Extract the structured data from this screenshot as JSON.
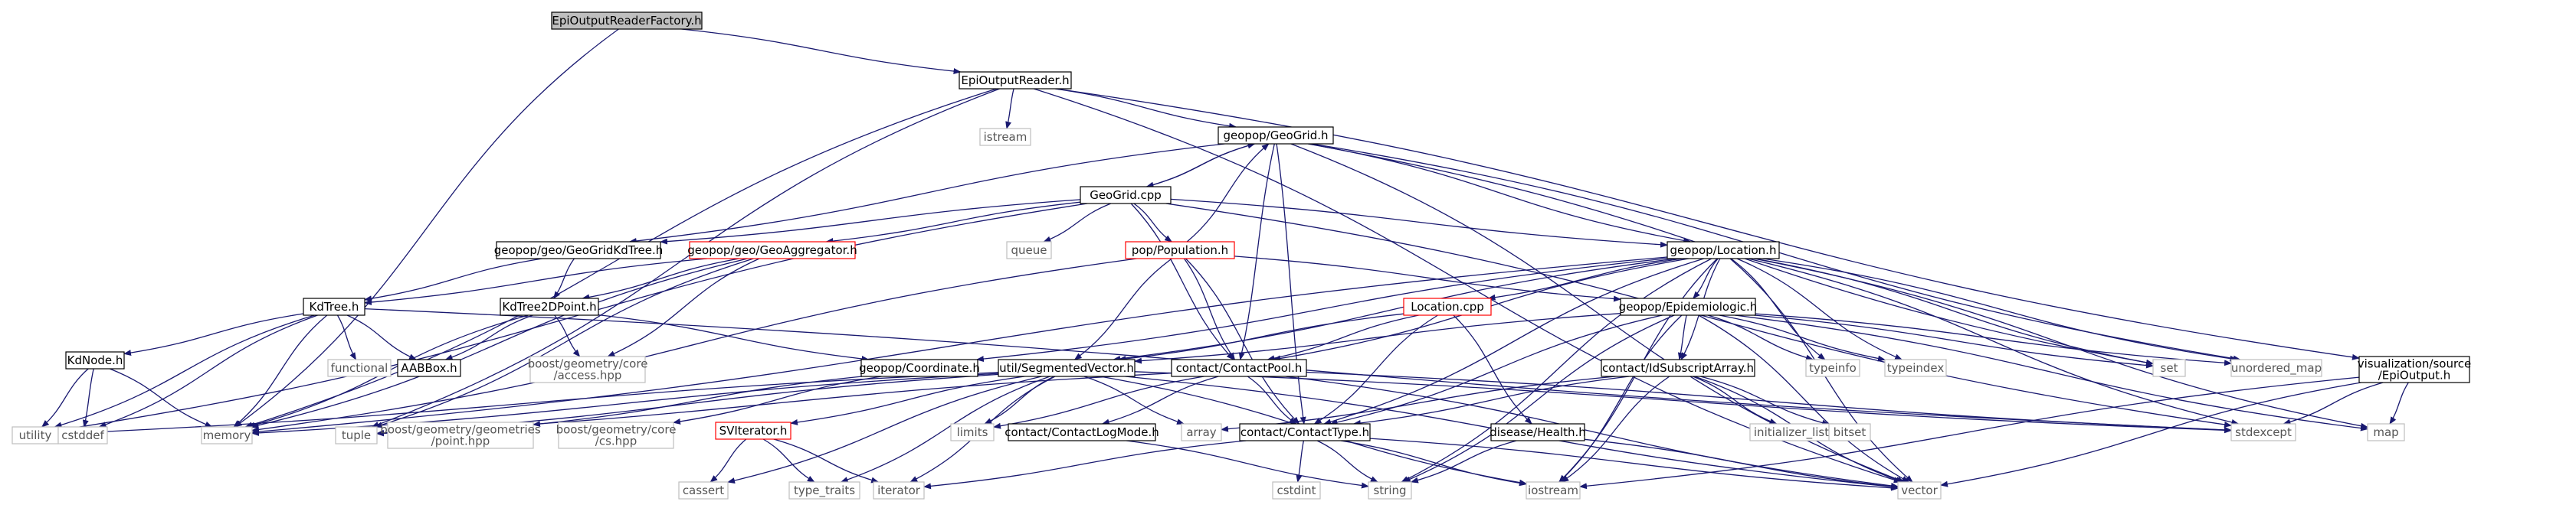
{
  "colors": {
    "background": "#ffffff",
    "edge": "#191970",
    "text": "#000000",
    "root_fill": "#bfbfbf",
    "node_border": "#000000",
    "external_border": "#bfbfbf",
    "external_text": "#555555",
    "incomplete_border": "#ff0000"
  },
  "nodes": [
    {
      "id": "EpiOutputReaderFactory",
      "label": "EpiOutputReaderFactory.h",
      "style": "root",
      "interactable": true
    },
    {
      "id": "EpiOutputReader",
      "label": "EpiOutputReader.h",
      "style": "normal",
      "interactable": true
    },
    {
      "id": "istream",
      "label": "istream",
      "style": "external",
      "interactable": false
    },
    {
      "id": "GeoGrid",
      "label": "geopop/GeoGrid.h",
      "style": "normal",
      "interactable": true
    },
    {
      "id": "GeoGridCpp",
      "label": "GeoGrid.cpp",
      "style": "normal",
      "interactable": true
    },
    {
      "id": "queue",
      "label": "queue",
      "style": "external",
      "interactable": false
    },
    {
      "id": "GeoGridKdTree",
      "label": "geopop/geo/GeoGridKdTree.h",
      "style": "normal",
      "interactable": true
    },
    {
      "id": "GeoAggregator",
      "label": "geopop/geo/GeoAggregator.h",
      "style": "incomplete",
      "interactable": true
    },
    {
      "id": "Population",
      "label": "pop/Population.h",
      "style": "incomplete",
      "interactable": true
    },
    {
      "id": "Location",
      "label": "geopop/Location.h",
      "style": "normal",
      "interactable": true
    },
    {
      "id": "KdTree",
      "label": "KdTree.h",
      "style": "normal",
      "interactable": true
    },
    {
      "id": "KdTree2DPoint",
      "label": "KdTree2DPoint.h",
      "style": "normal",
      "interactable": true
    },
    {
      "id": "LocationCpp",
      "label": "Location.cpp",
      "style": "incomplete",
      "interactable": true
    },
    {
      "id": "Epidemiologic",
      "label": "geopop/Epidemiologic.h",
      "style": "normal",
      "interactable": true
    },
    {
      "id": "KdNode",
      "label": "KdNode.h",
      "style": "normal",
      "interactable": true
    },
    {
      "id": "functional",
      "label": "functional",
      "style": "external",
      "interactable": false
    },
    {
      "id": "AABBox",
      "label": "AABBox.h",
      "style": "normal",
      "interactable": true
    },
    {
      "id": "access",
      "label": "boost/geometry/core\n/access.hpp",
      "style": "external",
      "interactable": false
    },
    {
      "id": "Coordinate",
      "label": "geopop/Coordinate.h",
      "style": "normal",
      "interactable": true
    },
    {
      "id": "SegmentedVector",
      "label": "util/SegmentedVector.h",
      "style": "normal",
      "interactable": true
    },
    {
      "id": "ContactPool",
      "label": "contact/ContactPool.h",
      "style": "normal",
      "interactable": true
    },
    {
      "id": "IdSubscriptArray",
      "label": "contact/IdSubscriptArray.h",
      "style": "normal",
      "interactable": true
    },
    {
      "id": "typeinfo",
      "label": "typeinfo",
      "style": "external",
      "interactable": false
    },
    {
      "id": "typeindex",
      "label": "typeindex",
      "style": "external",
      "interactable": false
    },
    {
      "id": "set",
      "label": "set",
      "style": "external",
      "interactable": false
    },
    {
      "id": "unordered_map",
      "label": "unordered_map",
      "style": "external",
      "interactable": false
    },
    {
      "id": "EpiOutputVis",
      "label": "visualization/source\n/EpiOutput.h",
      "style": "normal",
      "interactable": true
    },
    {
      "id": "utility",
      "label": "utility",
      "style": "external",
      "interactable": false
    },
    {
      "id": "cstddef",
      "label": "cstddef",
      "style": "external",
      "interactable": false
    },
    {
      "id": "memory",
      "label": "memory",
      "style": "external",
      "interactable": false
    },
    {
      "id": "tuple",
      "label": "tuple",
      "style": "external",
      "interactable": false
    },
    {
      "id": "point",
      "label": "boost/geometry/geometries\n/point.hpp",
      "style": "external",
      "interactable": false
    },
    {
      "id": "cs",
      "label": "boost/geometry/core\n/cs.hpp",
      "style": "external",
      "interactable": false
    },
    {
      "id": "SVIterator",
      "label": "SVIterator.h",
      "style": "incomplete",
      "interactable": true
    },
    {
      "id": "limits",
      "label": "limits",
      "style": "external",
      "interactable": false
    },
    {
      "id": "ContactLogMode",
      "label": "contact/ContactLogMode.h",
      "style": "normal",
      "interactable": true
    },
    {
      "id": "array",
      "label": "array",
      "style": "external",
      "interactable": false
    },
    {
      "id": "ContactType",
      "label": "contact/ContactType.h",
      "style": "normal",
      "interactable": true
    },
    {
      "id": "Health",
      "label": "disease/Health.h",
      "style": "normal",
      "interactable": true
    },
    {
      "id": "initializer_list",
      "label": "initializer_list",
      "style": "external",
      "interactable": false
    },
    {
      "id": "bitset",
      "label": "bitset",
      "style": "external",
      "interactable": false
    },
    {
      "id": "stdexcept",
      "label": "stdexcept",
      "style": "external",
      "interactable": false
    },
    {
      "id": "map",
      "label": "map",
      "style": "external",
      "interactable": false
    },
    {
      "id": "cassert",
      "label": "cassert",
      "style": "external",
      "interactable": false
    },
    {
      "id": "type_traits",
      "label": "type_traits",
      "style": "external",
      "interactable": false
    },
    {
      "id": "iterator",
      "label": "iterator",
      "style": "external",
      "interactable": false
    },
    {
      "id": "cstdint",
      "label": "cstdint",
      "style": "external",
      "interactable": false
    },
    {
      "id": "string",
      "label": "string",
      "style": "external",
      "interactable": false
    },
    {
      "id": "iostream",
      "label": "iostream",
      "style": "external",
      "interactable": false
    },
    {
      "id": "vector",
      "label": "vector",
      "style": "external",
      "interactable": false
    }
  ],
  "edges": [
    [
      "EpiOutputReaderFactory",
      "EpiOutputReader"
    ],
    [
      "EpiOutputReaderFactory",
      "memory"
    ],
    [
      "EpiOutputReader",
      "istream"
    ],
    [
      "EpiOutputReader",
      "GeoGrid"
    ],
    [
      "EpiOutputReader",
      "memory"
    ],
    [
      "EpiOutputReader",
      "tuple"
    ],
    [
      "EpiOutputReader",
      "EpiOutputVis"
    ],
    [
      "EpiOutputReader",
      "vector"
    ],
    [
      "GeoGrid",
      "GeoGridCpp"
    ],
    [
      "GeoGrid",
      "GeoGridKdTree"
    ],
    [
      "GeoGrid",
      "Location"
    ],
    [
      "GeoGrid",
      "ContactPool"
    ],
    [
      "GeoGrid",
      "ContactType"
    ],
    [
      "GeoGrid",
      "set"
    ],
    [
      "GeoGrid",
      "unordered_map"
    ],
    [
      "GeoGrid",
      "vector"
    ],
    [
      "GeoGridCpp",
      "GeoGrid"
    ],
    [
      "GeoGridCpp",
      "GeoGridKdTree"
    ],
    [
      "GeoGridCpp",
      "GeoAggregator"
    ],
    [
      "GeoGridCpp",
      "Population"
    ],
    [
      "GeoGridCpp",
      "Location"
    ],
    [
      "GeoGridCpp",
      "queue"
    ],
    [
      "GeoGridCpp",
      "utility"
    ],
    [
      "GeoGridCpp",
      "ContactPool"
    ],
    [
      "GeoGridCpp",
      "stdexcept"
    ],
    [
      "GeoGridKdTree",
      "KdTree"
    ],
    [
      "GeoGridKdTree",
      "KdTree2DPoint"
    ],
    [
      "GeoAggregator",
      "KdTree"
    ],
    [
      "GeoAggregator",
      "KdTree2DPoint"
    ],
    [
      "GeoAggregator",
      "access"
    ],
    [
      "GeoAggregator",
      "memory"
    ],
    [
      "GeoAggregator",
      "tuple"
    ],
    [
      "Population",
      "GeoGrid"
    ],
    [
      "Population",
      "SegmentedVector"
    ],
    [
      "Population",
      "ContactPool"
    ],
    [
      "Population",
      "ContactType"
    ],
    [
      "Population",
      "Epidemiologic"
    ],
    [
      "Population",
      "memory"
    ],
    [
      "KdTree",
      "KdNode"
    ],
    [
      "KdTree",
      "functional"
    ],
    [
      "KdTree",
      "AABBox"
    ],
    [
      "KdTree",
      "utility"
    ],
    [
      "KdTree",
      "cstddef"
    ],
    [
      "KdTree",
      "memory"
    ],
    [
      "KdTree",
      "stdexcept"
    ],
    [
      "KdNode",
      "utility"
    ],
    [
      "KdNode",
      "cstddef"
    ],
    [
      "KdNode",
      "memory"
    ],
    [
      "KdTree2DPoint",
      "AABBox"
    ],
    [
      "KdTree2DPoint",
      "Coordinate"
    ],
    [
      "KdTree2DPoint",
      "access"
    ],
    [
      "KdTree2DPoint",
      "memory"
    ],
    [
      "Location",
      "LocationCpp"
    ],
    [
      "Location",
      "Epidemiologic"
    ],
    [
      "Location",
      "Coordinate"
    ],
    [
      "Location",
      "SegmentedVector"
    ],
    [
      "Location",
      "ContactPool"
    ],
    [
      "Location",
      "IdSubscriptArray"
    ],
    [
      "Location",
      "ContactType"
    ],
    [
      "Location",
      "typeinfo"
    ],
    [
      "Location",
      "typeindex"
    ],
    [
      "Location",
      "set"
    ],
    [
      "Location",
      "unordered_map"
    ],
    [
      "Location",
      "string"
    ],
    [
      "Location",
      "iostream"
    ],
    [
      "Location",
      "vector"
    ],
    [
      "Location",
      "map"
    ],
    [
      "Location",
      "stdexcept"
    ],
    [
      "Location",
      "memory"
    ],
    [
      "LocationCpp",
      "Health"
    ],
    [
      "LocationCpp",
      "ContactPool"
    ],
    [
      "LocationCpp",
      "SegmentedVector"
    ],
    [
      "LocationCpp",
      "ContactType"
    ],
    [
      "Epidemiologic",
      "SegmentedVector"
    ],
    [
      "Epidemiologic",
      "IdSubscriptArray"
    ],
    [
      "Epidemiologic",
      "ContactType"
    ],
    [
      "Epidemiologic",
      "typeinfo"
    ],
    [
      "Epidemiologic",
      "typeindex"
    ],
    [
      "Epidemiologic",
      "set"
    ],
    [
      "Epidemiologic",
      "unordered_map"
    ],
    [
      "Epidemiologic",
      "string"
    ],
    [
      "Epidemiologic",
      "iostream"
    ],
    [
      "Epidemiologic",
      "vector"
    ],
    [
      "Epidemiologic",
      "map"
    ],
    [
      "Coordinate",
      "point"
    ],
    [
      "Coordinate",
      "cs"
    ],
    [
      "SegmentedVector",
      "SVIterator"
    ],
    [
      "SegmentedVector",
      "cassert"
    ],
    [
      "SegmentedVector",
      "type_traits"
    ],
    [
      "SegmentedVector",
      "iterator"
    ],
    [
      "SegmentedVector",
      "limits"
    ],
    [
      "SegmentedVector",
      "array"
    ],
    [
      "SegmentedVector",
      "memory"
    ],
    [
      "SegmentedVector",
      "utility"
    ],
    [
      "SegmentedVector",
      "tuple"
    ],
    [
      "SegmentedVector",
      "stdexcept"
    ],
    [
      "SegmentedVector",
      "iostream"
    ],
    [
      "SegmentedVector",
      "vector"
    ],
    [
      "SVIterator",
      "cassert"
    ],
    [
      "SVIterator",
      "type_traits"
    ],
    [
      "SVIterator",
      "iterator"
    ],
    [
      "ContactPool",
      "ContactLogMode"
    ],
    [
      "ContactPool",
      "ContactType"
    ],
    [
      "ContactPool",
      "limits"
    ],
    [
      "ContactPool",
      "tuple"
    ],
    [
      "ContactPool",
      "vector"
    ],
    [
      "ContactPool",
      "stdexcept"
    ],
    [
      "ContactLogMode",
      "string"
    ],
    [
      "IdSubscriptArray",
      "ContactType"
    ],
    [
      "IdSubscriptArray",
      "initializer_list"
    ],
    [
      "IdSubscriptArray",
      "bitset"
    ],
    [
      "IdSubscriptArray",
      "array"
    ],
    [
      "IdSubscriptArray",
      "iostream"
    ],
    [
      "IdSubscriptArray",
      "vector"
    ],
    [
      "ContactType",
      "cstdint"
    ],
    [
      "ContactType",
      "string"
    ],
    [
      "ContactType",
      "iterator"
    ],
    [
      "ContactType",
      "iostream"
    ],
    [
      "ContactType",
      "vector"
    ],
    [
      "Health",
      "string"
    ],
    [
      "Health",
      "vector"
    ],
    [
      "EpiOutputVis",
      "stdexcept"
    ],
    [
      "EpiOutputVis",
      "map"
    ],
    [
      "EpiOutputVis",
      "iostream"
    ],
    [
      "EpiOutputVis",
      "vector"
    ]
  ]
}
